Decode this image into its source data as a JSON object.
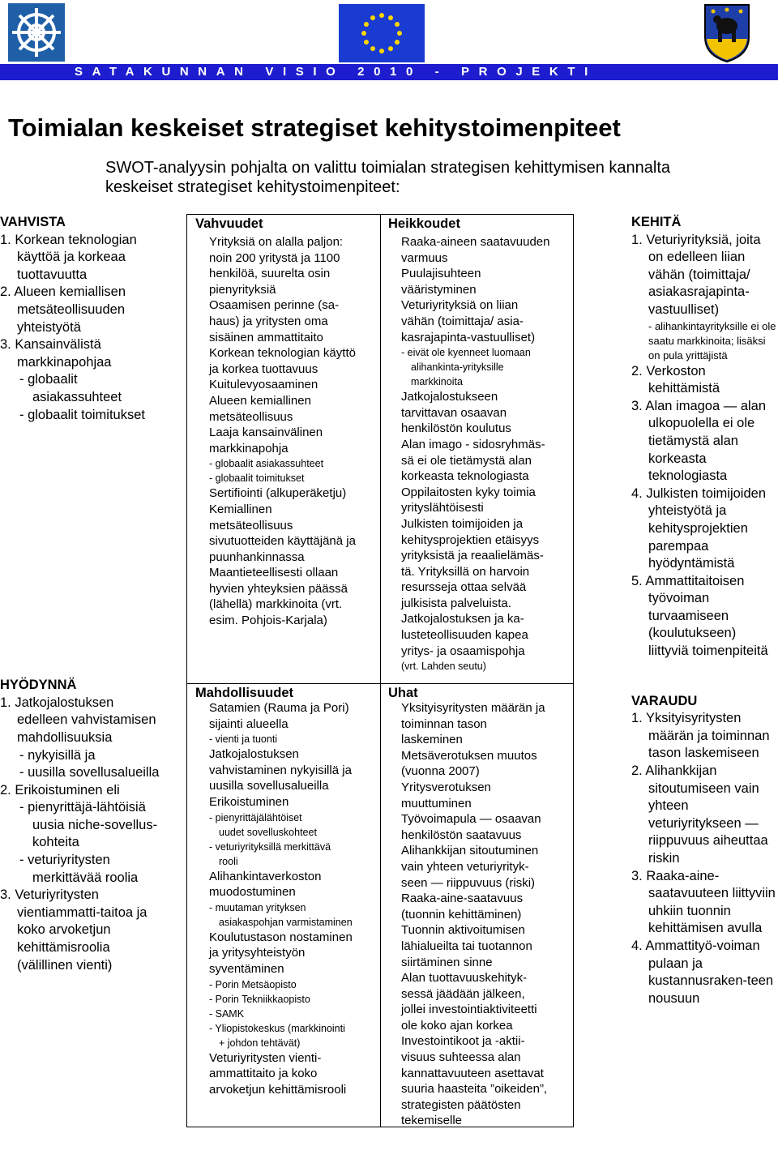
{
  "banner": {
    "text": "SATAKUNNAN VISIO 2010 - PROJEKTI"
  },
  "title": "Toimialan keskeiset strategiset kehitystoimenpiteet",
  "subtitle": "SWOT-analyysin pohjalta on valittu toimialan strategisen kehittymisen kannalta keskeiset strategiset kehitystoimenpiteet:",
  "vahvista": {
    "heading": "VAHVISTA",
    "items": [
      "1. Korkean teknologian käyttöä ja korkeaa tuottavuutta",
      "2. Alueen kemiallisen metsäteollisuuden yhteistyötä",
      "3. Kansainvälistä markkinapohjaa"
    ],
    "subs": [
      "- globaalit asiakassuhteet",
      "- globaalit toimitukset"
    ]
  },
  "hyodynna": {
    "heading": "HYÖDYNNÄ",
    "item1": "1. Jatkojalostuksen edelleen vahvistamisen mahdollisuuksia",
    "item1_subs": [
      "- nykyisillä ja",
      "- uusilla sovellusalueilla"
    ],
    "item2": "2. Erikoistuminen eli",
    "item2_subs": [
      "- pienyrittäjä-lähtöisiä uusia niche-sovellus-kohteita",
      "- veturiyritysten merkittävää roolia"
    ],
    "item3": "3. Veturiyritysten vientiammatti-taitoa ja koko arvoketjun kehittämisroolia (välillinen vienti)"
  },
  "kehita": {
    "heading": "KEHITÄ",
    "item1": "1. Veturiyrityksiä, joita on edelleen liian vähän (toimittaja/ asiakasrajapinta-vastuulliset)",
    "item1_sub": "- alihankintayrityksille ei ole saatu markkinoita; lisäksi on pula yrittäjistä",
    "items": [
      "2. Verkoston kehittämistä",
      "3. Alan imagoa — alan ulkopuolella ei ole tietämystä alan korkeasta teknologiasta",
      "4. Julkisten toimijoiden yhteistyötä ja kehitysprojektien parempaa hyödyntämistä",
      "5. Ammattitaitoisen työvoiman turvaamiseen (koulutukseen) liittyviä toimenpiteitä"
    ]
  },
  "varaudu": {
    "heading": "VARAUDU",
    "items": [
      "1. Yksityisyritysten määrän ja toiminnan tason laskemiseen",
      "2. Alihankkijan sitoutumiseen vain yhteen veturiyritykseen — riippuvuus aiheuttaa riskin",
      "3. Raaka-aine-saatavuuteen liittyviin uhkiin tuonnin kehittämisen avulla",
      "4. Ammattityö-voiman pulaan ja kustannusraken-teen nousuun"
    ]
  },
  "swot": {
    "strengths": {
      "heading": "Vahvuudet",
      "lines": [
        "Yrityksiä on alalla paljon:",
        "noin 200 yritystä ja 1100",
        "henkilöä, suurelta osin",
        "pienyrityksiä",
        "Osaamisen perinne (sa-",
        "haus) ja yritysten oma",
        "sisäinen ammattitaito",
        "Korkean teknologian käyttö",
        "ja korkea tuottavuus",
        "Kuitulevyosaaminen",
        "Alueen kemiallinen",
        "metsäteollisuus",
        "Laaja kansainvälinen",
        "markkinapohja",
        "- globaalit asiakassuhteet",
        "- globaalit toimitukset",
        "Sertifiointi (alkuperäketju)",
        "Kemiallinen",
        "metsäteollisuus",
        "sivutuotteiden käyttäjänä ja",
        "puunhankinnassa",
        "Maantieteellisesti ollaan",
        "hyvien yhteyksien päässä",
        "(lähellä) markkinoita (vrt.",
        "esim. Pohjois-Karjala)"
      ]
    },
    "weaknesses": {
      "heading": "Heikkoudet",
      "lines": [
        "Raaka-aineen saatavuuden",
        "varmuus",
        "Puulajisuhteen",
        "vääristyminen",
        "Veturiyrityksiä on liian",
        "vähän (toimittaja/ asia-",
        "kasrajapinta-vastuulliset)",
        "- eivät ole kyenneet luomaan",
        "alihankinta-yrityksille",
        "markkinoita",
        "Jatkojalostukseen",
        "tarvittavan osaavan",
        "henkilöstön koulutus",
        "Alan imago - sidosryhmäs-",
        "sä ei ole tietämystä alan",
        "korkeasta teknologiasta",
        "Oppilaitosten kyky toimia",
        "yrityslähtöisesti",
        "Julkisten toimijoiden ja",
        "kehitysprojektien etäisyys",
        "yrityksistä ja reaalielämäs-",
        "tä. Yrityksillä on harvoin",
        "resursseja ottaa selvää",
        "julkisista palveluista.",
        "Jatkojalostuksen ja ka-",
        "lusteteollisuuden kapea",
        "yritys- ja osaamispohja",
        "(vrt. Lahden seutu)"
      ]
    },
    "opportunities": {
      "heading": "Mahdollisuudet",
      "lines": [
        "Satamien (Rauma ja Pori)",
        "sijainti alueella",
        "- vienti ja tuonti",
        "Jatkojalostuksen",
        "vahvistaminen nykyisillä ja",
        "uusilla sovellusalueilla",
        "Erikoistuminen",
        "- pienyrittäjälähtöiset",
        "uudet sovelluskohteet",
        "- veturiyrityksillä merkittävä",
        "rooli",
        "Alihankintaverkoston",
        "muodostuminen",
        "- muutaman yrityksen",
        "asiakaspohjan varmistaminen",
        "Koulutustason nostaminen",
        "ja yritysyhteistyön",
        "syventäminen",
        "- Porin Metsäopisto",
        "- Porin Tekniikkaopisto",
        "- SAMK",
        "- Yliopistokeskus (markkinointi",
        "+ johdon tehtävät)",
        "Veturiyritysten vienti-",
        "ammattitaito ja koko",
        "arvoketjun kehittämisrooli"
      ]
    },
    "threats": {
      "heading": "Uhat",
      "lines": [
        "Yksityisyritysten määrän ja",
        "toiminnan tason",
        "laskeminen",
        "Metsäverotuksen muutos",
        "(vuonna 2007)",
        "Yritysverotuksen",
        "muuttuminen",
        "Työvoimapula — osaavan",
        "henkilöstön saatavuus",
        "Alihankkijan sitoutuminen",
        "vain yhteen veturiyrityk-",
        "seen — riippuvuus (riski)",
        "Raaka-aine-saatavuus",
        "(tuonnin kehittäminen)",
        "Tuonnin aktivoitumisen",
        "lähialueilta tai tuotannon",
        "siirtäminen sinne",
        "Alan tuottavuuskehityk-",
        "sessä jäädään jälkeen,",
        "jollei investointiaktiviteetti",
        "ole koko ajan korkea",
        "Investointikoot ja -aktii-",
        "visuus suhteessa alan",
        "kannattavuuteen asettavat",
        "suuria haasteita ”oikeiden”,",
        "strategisten päätösten",
        "tekemiselle"
      ]
    }
  }
}
